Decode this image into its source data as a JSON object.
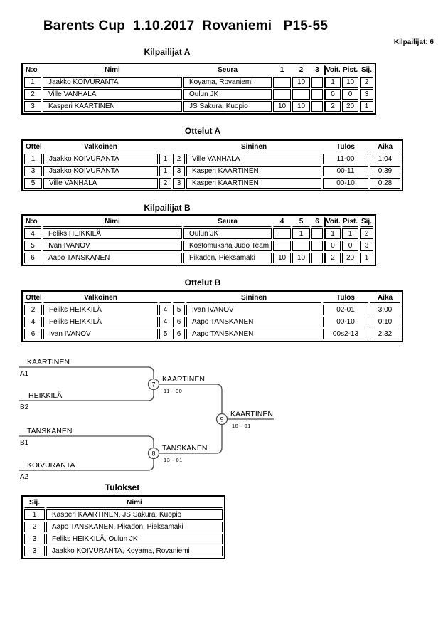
{
  "page": {
    "title": "Barents Cup  1.10.2017  Rovaniemi   P15-55",
    "competitors_count": "Kilpailijat: 6"
  },
  "competitors_a": {
    "title": "Kilpailijat A",
    "headers": {
      "no": "N:o",
      "name": "Nimi",
      "club": "Seura",
      "c1": "1",
      "c2": "2",
      "c3": "3",
      "wins": "Voit.",
      "points": "Pist.",
      "place": "Sij."
    },
    "rows": [
      {
        "no": "1",
        "name": "Jaakko KOIVURANTA",
        "club": "Koyama, Rovaniemi",
        "c1": "",
        "c2": "10",
        "c3": "",
        "wins": "1",
        "points": "10",
        "place": "2"
      },
      {
        "no": "2",
        "name": "Ville VANHALA",
        "club": "Oulun JK",
        "c1": "",
        "c2": "",
        "c3": "",
        "wins": "0",
        "points": "0",
        "place": "3"
      },
      {
        "no": "3",
        "name": "Kasperi KAARTINEN",
        "club": "JS Sakura, Kuopio",
        "c1": "10",
        "c2": "10",
        "c3": "",
        "wins": "2",
        "points": "20",
        "place": "1"
      }
    ]
  },
  "matches_a": {
    "title": "Ottelut A",
    "headers": {
      "match": "Ottelu",
      "white": "Valkoinen",
      "blue": "Sininen",
      "result": "Tulos",
      "time": "Aika"
    },
    "rows": [
      {
        "match": "1",
        "white": "Jaakko KOIVURANTA",
        "wno": "1",
        "bno": "2",
        "blue": "Ville VANHALA",
        "result": "11-00",
        "time": "1:04"
      },
      {
        "match": "3",
        "white": "Jaakko KOIVURANTA",
        "wno": "1",
        "bno": "3",
        "blue": "Kasperi KAARTINEN",
        "result": "00-11",
        "time": "0:39"
      },
      {
        "match": "5",
        "white": "Ville VANHALA",
        "wno": "2",
        "bno": "3",
        "blue": "Kasperi KAARTINEN",
        "result": "00-10",
        "time": "0:28"
      }
    ]
  },
  "competitors_b": {
    "title": "Kilpailijat B",
    "headers": {
      "no": "N:o",
      "name": "Nimi",
      "club": "Seura",
      "c1": "4",
      "c2": "5",
      "c3": "6",
      "wins": "Voit.",
      "points": "Pist.",
      "place": "Sij."
    },
    "rows": [
      {
        "no": "4",
        "name": "Feliks HEIKKILÄ",
        "club": "Oulun JK",
        "c1": "",
        "c2": "1",
        "c3": "",
        "wins": "1",
        "points": "1",
        "place": "2"
      },
      {
        "no": "5",
        "name": "Ivan IVANOV",
        "club": "Kostomuksha Judo Team",
        "c1": "",
        "c2": "",
        "c3": "",
        "wins": "0",
        "points": "0",
        "place": "3"
      },
      {
        "no": "6",
        "name": "Aapo TANSKANEN",
        "club": "Pikadon, Pieksämäki",
        "c1": "10",
        "c2": "10",
        "c3": "",
        "wins": "2",
        "points": "20",
        "place": "1"
      }
    ]
  },
  "matches_b": {
    "title": "Ottelut B",
    "headers": {
      "match": "Ottelu",
      "white": "Valkoinen",
      "blue": "Sininen",
      "result": "Tulos",
      "time": "Aika"
    },
    "rows": [
      {
        "match": "2",
        "white": "Feliks HEIKKILÄ",
        "wno": "4",
        "bno": "5",
        "blue": "Ivan IVANOV",
        "result": "02-01",
        "time": "3:00"
      },
      {
        "match": "4",
        "white": "Feliks HEIKKILÄ",
        "wno": "4",
        "bno": "6",
        "blue": "Aapo TANSKANEN",
        "result": "00-10",
        "time": "0:10"
      },
      {
        "match": "6",
        "white": "Ivan IVANOV",
        "wno": "5",
        "bno": "6",
        "blue": "Aapo TANSKANEN",
        "result": "00s2-13",
        "time": "2:32"
      }
    ]
  },
  "bracket": {
    "slots": [
      {
        "name": "KAARTINEN",
        "label": "A1"
      },
      {
        "name": "HEIKKILÄ",
        "label": "B2"
      },
      {
        "name": "TANSKANEN",
        "label": "B1"
      },
      {
        "name": "KOIVURANTA",
        "label": "A2"
      }
    ],
    "semi1": {
      "number": "7",
      "winner": "KAARTINEN",
      "score": "11 - 00"
    },
    "semi2": {
      "number": "8",
      "winner": "TANSKANEN",
      "score": "13 - 01"
    },
    "final": {
      "number": "9",
      "winner": "KAARTINEN",
      "score": "10 - 01"
    }
  },
  "results": {
    "title": "Tulokset",
    "headers": {
      "place": "Sij.",
      "name": "Nimi"
    },
    "rows": [
      {
        "place": "1",
        "name": "Kasperi KAARTINEN, JS Sakura, Kuopio"
      },
      {
        "place": "2",
        "name": "Aapo TANSKANEN, Pikadon, Pieksämäki"
      },
      {
        "place": "3",
        "name": "Feliks HEIKKILÄ, Oulun JK"
      },
      {
        "place": "3",
        "name": "Jaakko KOIVURANTA, Koyama, Rovaniemi"
      }
    ]
  }
}
